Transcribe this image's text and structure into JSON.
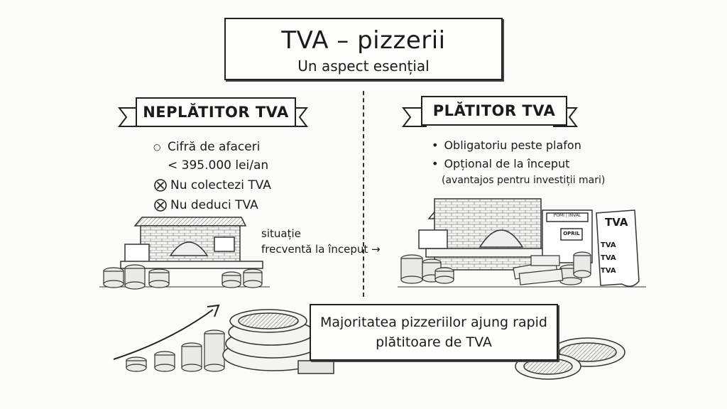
{
  "title": {
    "main": "TVA – pizzerii",
    "subtitle": "Un aspect esențial"
  },
  "left": {
    "heading": "NEPLĂTITOR TVA",
    "items": [
      {
        "icon": "circle-bullet-icon",
        "line1": "Cifră de afaceri",
        "line2": "< 395.000 lei/an"
      },
      {
        "icon": "crossed-circle-icon",
        "line1": "Nu colectezi TVA"
      },
      {
        "icon": "crossed-circle-icon",
        "line1": "Nu deduci TVA"
      }
    ],
    "note_line1": "situație",
    "note_line2": "frecventă la început →"
  },
  "right": {
    "heading": "PLĂTITOR TVA",
    "items": [
      {
        "line1": "Obligatoriu peste plafon"
      },
      {
        "line1": "Opțional de la început",
        "line2": "(avantajos pentru investiții mari)"
      }
    ],
    "doc_title": "TVA",
    "doc_lines": [
      "TVA",
      "TVA",
      "TVA"
    ],
    "sign_top": "POMI | INVAL",
    "sign_open": "OPRIL"
  },
  "bottom": {
    "line1": "Majoritatea pizzeriilor ajung rapid",
    "line2": "plătitoare de TVA"
  }
}
